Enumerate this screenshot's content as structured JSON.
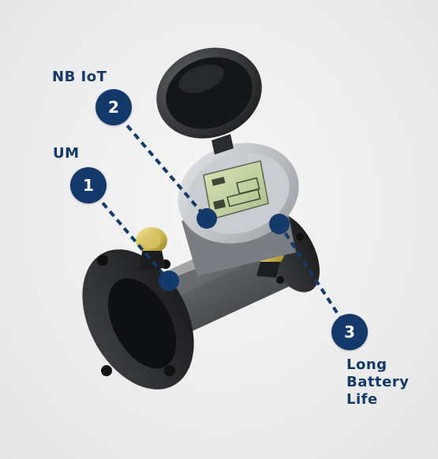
{
  "features": [
    {
      "number": "1",
      "label": "UM"
    },
    {
      "number": "2",
      "label": "NB IoT"
    },
    {
      "number": "3",
      "label_lines": [
        "Long",
        "Battery",
        "Life"
      ]
    }
  ],
  "colors": {
    "accent": "#143a6b",
    "badge_text": "#ffffff"
  }
}
